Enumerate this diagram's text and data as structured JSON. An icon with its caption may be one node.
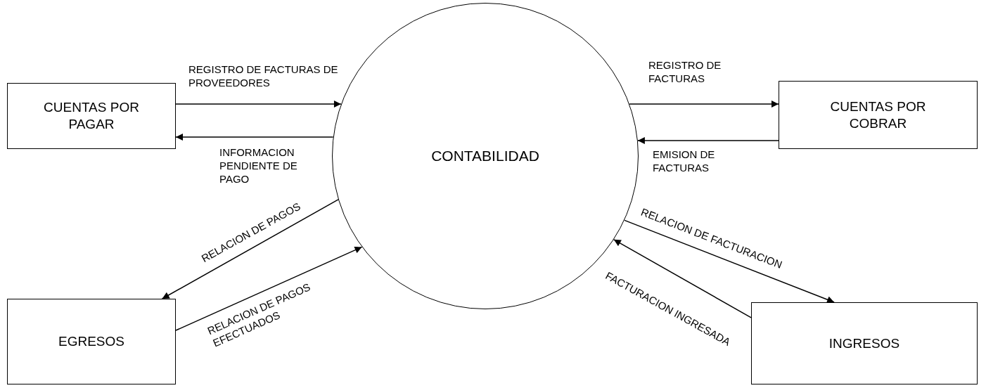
{
  "diagram": {
    "nodes": [
      {
        "text": [
          "CUENTAS  POR PAGAR"
        ]
      },
      {
        "text": [
          "CONTABILIDAD"
        ]
      },
      {
        "text": [
          "CUENTAS POR COBRAR"
        ]
      },
      {
        "text": [
          "EGRESOS"
        ]
      },
      {
        "text": [
          "INGRESOS"
        ]
      }
    ],
    "edges": [
      {
        "from": 0,
        "to": 1,
        "arrow": "to",
        "label": "REGISTRO DE FACTURAS DE PROVEEDORES"
      },
      {
        "from": 1,
        "to": 0,
        "arrow": "to",
        "label": "INFORMACION PENDIENTE DE PAGO"
      },
      {
        "from": 1,
        "to": 2,
        "arrow": "to",
        "label": "REGISTRO DE FACTURAS"
      },
      {
        "from": 2,
        "to": 1,
        "arrow": "to",
        "label": "EMISION DE FACTURAS"
      },
      {
        "from": 1,
        "to": 3,
        "arrow": "to",
        "label": "RELACION DE PAGOS"
      },
      {
        "from": 3,
        "to": 1,
        "arrow": "to",
        "label": "RELACION DE PAGOS EFECTUADOS"
      },
      {
        "from": 1,
        "to": 4,
        "arrow": "to",
        "label": "RELACION DE FACTURACION"
      },
      {
        "from": 4,
        "to": 1,
        "arrow": "to",
        "label": "FACTURACION INGRESADA"
      }
    ]
  }
}
